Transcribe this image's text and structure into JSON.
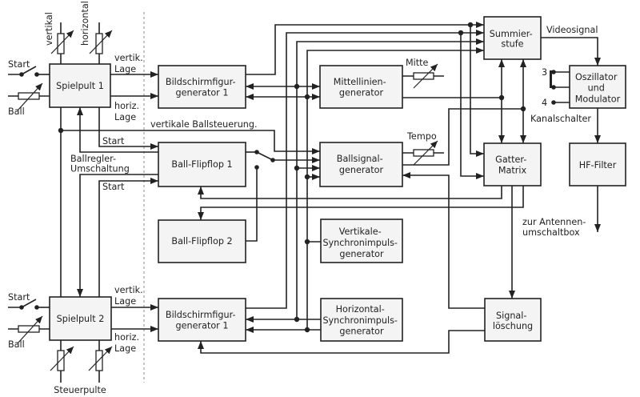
{
  "blocks": {
    "spielpult_1": {
      "lines": [
        "Spielpult 1"
      ]
    },
    "spielpult_2": {
      "lines": [
        "Spielpult 2"
      ]
    },
    "bildschirmfigur_generator_top": {
      "lines": [
        "Bildschirmfigur-",
        "generator 1"
      ]
    },
    "bildschirmfigur_generator_bottom": {
      "lines": [
        "Bildschirmfigur-",
        "generator 1"
      ]
    },
    "ball_flipflop_1": {
      "lines": [
        "Ball-Flipflop 1"
      ]
    },
    "ball_flipflop_2": {
      "lines": [
        "Ball-Flipflop 2"
      ]
    },
    "mittellinien_generator": {
      "lines": [
        "Mittellinien-",
        "generator"
      ]
    },
    "ballsignal_generator": {
      "lines": [
        "Ballsignal-",
        "generator"
      ]
    },
    "vertikale_sync_generator": {
      "lines": [
        "Vertikale-",
        "Synchronimpuls-",
        "generator"
      ]
    },
    "horizontal_sync_generator": {
      "lines": [
        "Horizontal-",
        "Synchronimpuls-",
        "generator"
      ]
    },
    "summierstufe": {
      "lines": [
        "Summier-",
        "stufe"
      ]
    },
    "gatter_matrix": {
      "lines": [
        "Gatter-",
        "Matrix"
      ]
    },
    "signalloeschung": {
      "lines": [
        "Signal-",
        "löschung"
      ]
    },
    "oszillator_modulator": {
      "lines": [
        "Oszillator",
        "und",
        "Modulator"
      ]
    },
    "hf_filter": {
      "lines": [
        "HF-Filter"
      ]
    }
  },
  "labels": {
    "vertikal": "vertikal",
    "horizontal": "horizontal",
    "start_1": "Start",
    "ball_1": "Ball",
    "vertik_lage_1": [
      "vertik.",
      "Lage"
    ],
    "horiz_lage_1": [
      "horiz.",
      "Lage"
    ],
    "vertikale_ballsteuerung": "vertikale Ballsteuerung.",
    "start_ff_1": "Start",
    "ballregler_umschaltung": [
      "Ballregler-",
      "Umschaltung"
    ],
    "start_ff_2": "Start",
    "start_2": "Start",
    "ball_2": "Ball",
    "vertik_lage_2": [
      "vertik.",
      "Lage"
    ],
    "horiz_lage_2": [
      "horiz.",
      "Lage"
    ],
    "steuerpulte": "Steuerpulte",
    "mitte": "Mitte",
    "tempo": "Tempo",
    "videosignal": "Videosignal",
    "channel_3": "3",
    "channel_4": "4",
    "kanalschalter": "Kanalschalter",
    "zur_antennen_umschaltbox": [
      "zur Antennen-",
      "umschaltbox"
    ]
  },
  "colors": {
    "line": "#222222",
    "box_fill": "#f4f4f4",
    "divider": "#888888"
  }
}
